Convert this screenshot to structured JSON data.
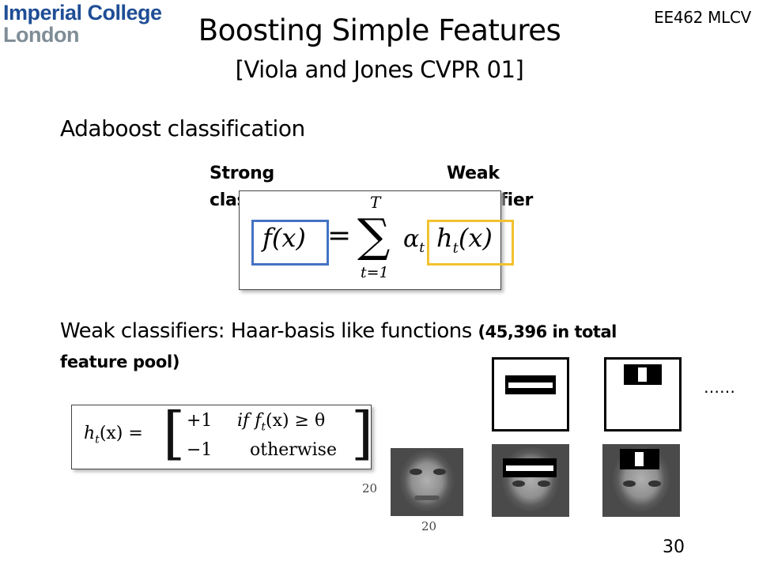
{
  "header": {
    "logo_line1": "Imperial College",
    "logo_line2": "London",
    "course": "EE462 MLCV",
    "title": "Boosting Simple Features",
    "subtitle": "[Viola and Jones CVPR 01]"
  },
  "section1": {
    "heading": "Adaboost classification",
    "strong_label": [
      "Strong",
      "classifier"
    ],
    "weak_label": [
      "Weak",
      "classifier"
    ]
  },
  "formula1": {
    "lhs": "f(x)",
    "equals": "=",
    "sum_top": "T",
    "sum_symbol": "∑",
    "sum_bottom": "t=1",
    "alpha": "α",
    "alpha_sub": "t",
    "h": "h",
    "h_sub": "t",
    "h_arg": "(x)"
  },
  "section2": {
    "text": "Weak classifiers: Haar-basis like functions",
    "bold_part": "(45,396 in total",
    "line2": "feature pool)"
  },
  "formula2": {
    "lhs_h": "h",
    "lhs_sub": "t",
    "lhs_arg": "(x) =",
    "row1_value": "+1",
    "row1_cond_if": "if",
    "row1_cond_f": "f",
    "row1_cond_sub": "t",
    "row1_cond_rest": "(x) ≥ θ",
    "row2_value": "−1",
    "row2_cond": "otherwise"
  },
  "figure": {
    "size_left": "20",
    "size_bottom": "20",
    "ellipsis": "……"
  },
  "slide_number": "30",
  "colors": {
    "logo_blue": "#1f4e96",
    "logo_grey": "#7f8d96",
    "highlight_blue": "#4472c4",
    "highlight_yellow": "#f2c12e"
  }
}
